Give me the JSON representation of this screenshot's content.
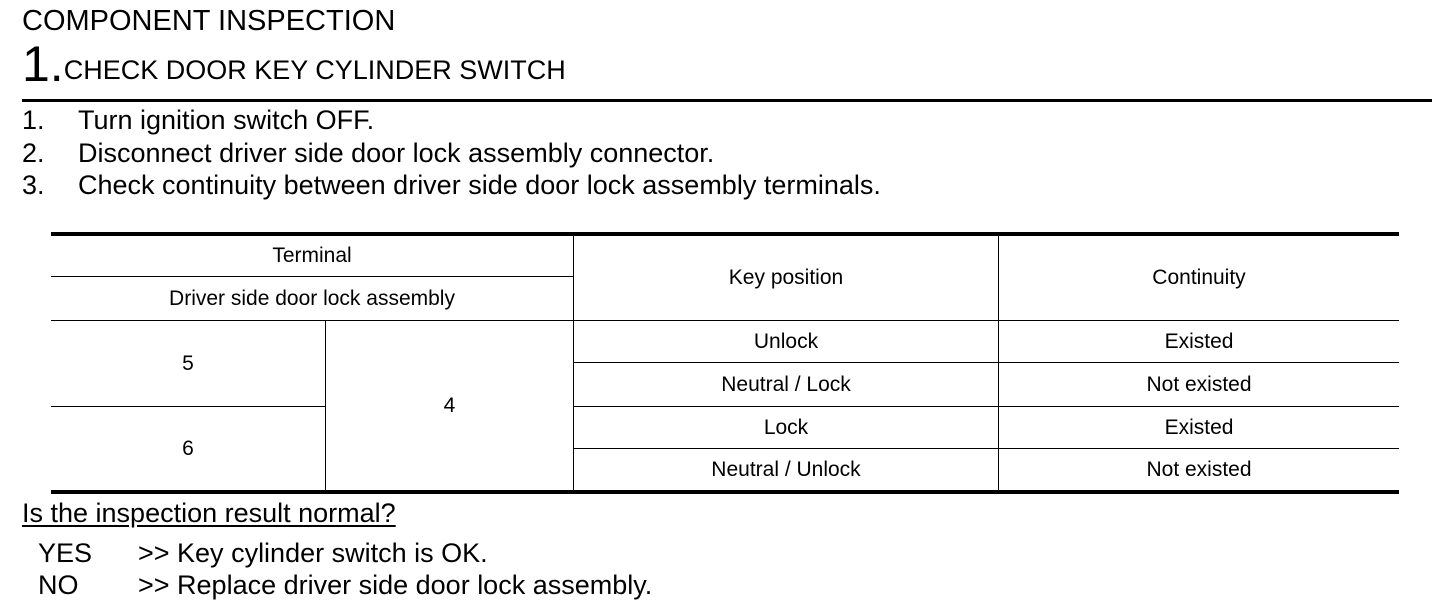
{
  "heading": "COMPONENT INSPECTION",
  "step": {
    "number": "1.",
    "title": "CHECK DOOR KEY CYLINDER SWITCH"
  },
  "instructions": [
    {
      "num": "1.",
      "text": "Turn ignition switch OFF."
    },
    {
      "num": "2.",
      "text": "Disconnect driver side door lock assembly connector."
    },
    {
      "num": "3.",
      "text": "Check continuity between driver side door lock assembly terminals."
    }
  ],
  "table": {
    "header": {
      "terminal": "Terminal",
      "assembly": "Driver side door lock assembly",
      "key_position": "Key position",
      "continuity": "Continuity"
    },
    "terminal_a": [
      "5",
      "6"
    ],
    "terminal_b": "4",
    "rows": [
      {
        "key_position": "Unlock",
        "continuity": "Existed"
      },
      {
        "key_position": "Neutral / Lock",
        "continuity": "Not existed"
      },
      {
        "key_position": "Lock",
        "continuity": "Existed"
      },
      {
        "key_position": "Neutral / Unlock",
        "continuity": "Not existed"
      }
    ]
  },
  "question": "Is the inspection result normal?",
  "answers": [
    {
      "key": "YES",
      "text": ">> Key cylinder switch is OK."
    },
    {
      "key": "NO",
      "text": ">> Replace driver side door lock assembly."
    }
  ]
}
